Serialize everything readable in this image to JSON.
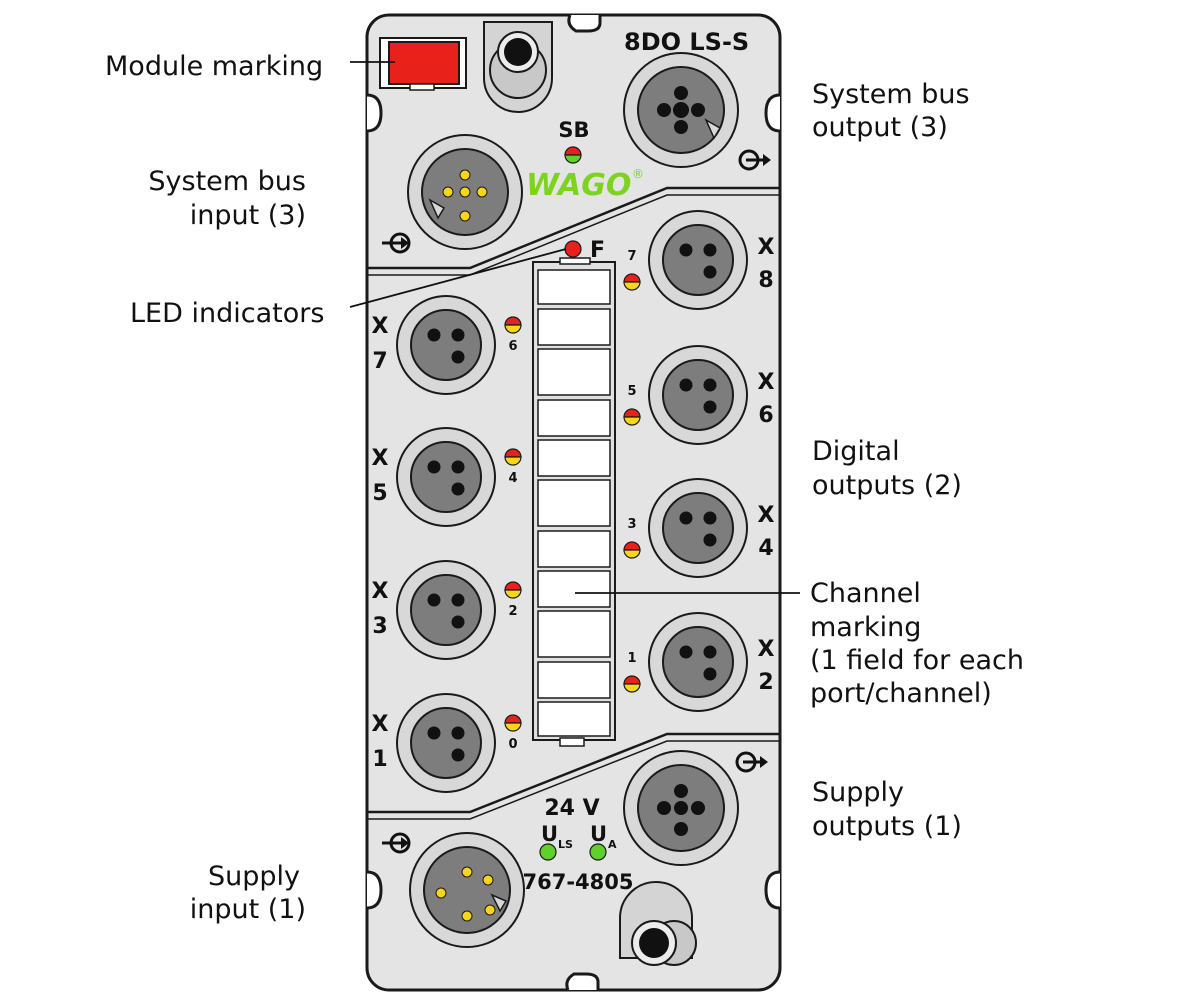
{
  "device": {
    "model": "8DO LS-S",
    "article_number": "767-4805",
    "brand": "WAGO",
    "brand_mark": "®",
    "voltage": "24 V",
    "system_bus_led_label": "SB",
    "fault_led_label": "F",
    "uls_label_main": "U",
    "uls_label_sub": "LS",
    "ua_label_main": "U",
    "ua_label_sub": "A"
  },
  "callouts": {
    "module_marking": [
      "Module marking"
    ],
    "system_bus_output": [
      "System bus",
      "output (3)"
    ],
    "system_bus_input": [
      "System bus",
      "input (3)"
    ],
    "led_indicators": [
      "LED indicators"
    ],
    "digital_outputs": [
      "Digital",
      "outputs (2)"
    ],
    "channel_marking": [
      "Channel",
      "marking",
      "(1 field for each",
      "port/channel)"
    ],
    "supply_outputs": [
      "Supply",
      "outputs (1)"
    ],
    "supply_input": [
      "Supply",
      "input (1)"
    ]
  },
  "ports_left": [
    {
      "letter": "X",
      "number": "7",
      "channel": "6"
    },
    {
      "letter": "X",
      "number": "5",
      "channel": "4"
    },
    {
      "letter": "X",
      "number": "3",
      "channel": "2"
    },
    {
      "letter": "X",
      "number": "1",
      "channel": "0"
    }
  ],
  "ports_right": [
    {
      "letter": "X",
      "number": "8",
      "channel": "7"
    },
    {
      "letter": "X",
      "number": "6",
      "channel": "5"
    },
    {
      "letter": "X",
      "number": "4",
      "channel": "3"
    },
    {
      "letter": "X",
      "number": "2",
      "channel": "1"
    }
  ],
  "colors": {
    "housing": "#e4e4e4",
    "outline": "#1a1a1a",
    "connector_ring": "#c8c8c8",
    "connector_face": "#7d7d7d",
    "module_marking": "#e8211b",
    "led_red": "#e8211b",
    "led_yellow": "#f7d51a",
    "led_green": "#5fd12a",
    "brand_green": "#7ed321"
  }
}
